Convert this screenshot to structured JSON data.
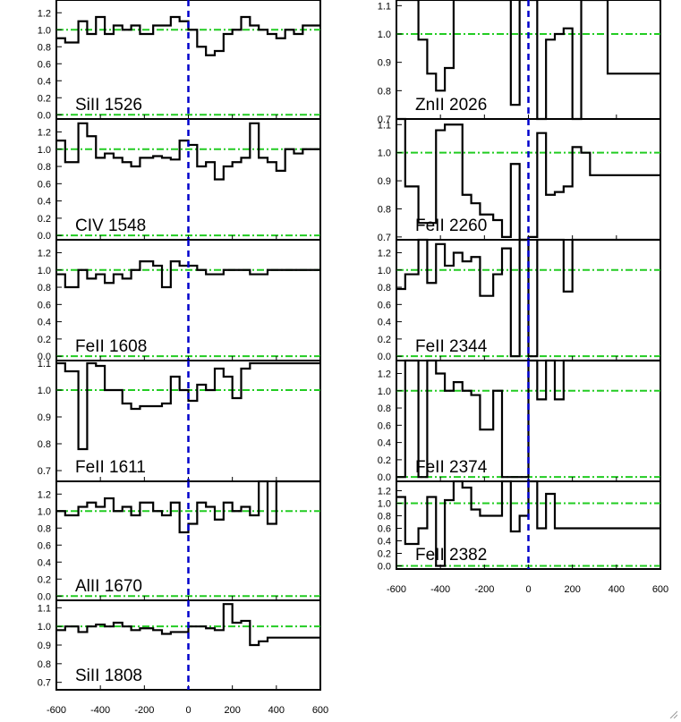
{
  "styles": {
    "axis_color": "#000000",
    "spectrum_color": "#000000",
    "continuum_color": "#22cc22",
    "zero_color": "#0000cc"
  },
  "chart_data": [
    {
      "type": "line",
      "label": "SiII 1526",
      "x": [
        -600,
        -560,
        -500,
        -460,
        -420,
        -380,
        -340,
        -300,
        -260,
        -220,
        -160,
        -120,
        -80,
        -40,
        0,
        40,
        80,
        120,
        160,
        200,
        240,
        280,
        320,
        360,
        400,
        440,
        480,
        520,
        560,
        600
      ],
      "y": [
        0.9,
        0.85,
        1.1,
        0.95,
        1.15,
        0.95,
        1.05,
        1.0,
        1.05,
        0.95,
        1.05,
        1.05,
        1.15,
        1.1,
        1.0,
        0.8,
        0.7,
        0.75,
        0.95,
        1.0,
        1.15,
        1.05,
        1.0,
        0.95,
        0.9,
        1.0,
        0.95,
        1.05,
        1.05,
        1.05
      ],
      "xlim": [
        -600,
        600
      ],
      "ylim": [
        -0.05,
        1.35
      ],
      "yticks": [
        "0.0",
        "0.2",
        "0.4",
        "0.6",
        "0.8",
        "1.0",
        "1.2"
      ],
      "ytick_values": [
        0.0,
        0.2,
        0.4,
        0.6,
        0.8,
        1.0,
        1.2
      ],
      "continuum": 1.0,
      "zero_line": 0.0
    },
    {
      "type": "line",
      "label": "CIV 1548",
      "x": [
        -600,
        -560,
        -500,
        -460,
        -420,
        -380,
        -340,
        -300,
        -260,
        -220,
        -160,
        -120,
        -80,
        -40,
        0,
        40,
        80,
        120,
        160,
        200,
        240,
        280,
        320,
        360,
        400,
        440,
        480,
        520,
        560,
        600
      ],
      "y": [
        1.1,
        0.85,
        1.3,
        1.15,
        0.9,
        0.95,
        0.9,
        0.85,
        0.8,
        0.9,
        0.92,
        0.9,
        0.88,
        1.1,
        1.05,
        0.8,
        0.85,
        0.65,
        0.8,
        0.85,
        0.9,
        1.3,
        0.9,
        0.85,
        0.75,
        1.0,
        0.95,
        1.0,
        1.0,
        1.0
      ],
      "xlim": [
        -600,
        600
      ],
      "ylim": [
        -0.05,
        1.35
      ],
      "yticks": [
        "0.0",
        "0.2",
        "0.4",
        "0.6",
        "0.8",
        "1.0",
        "1.2"
      ],
      "ytick_values": [
        0.0,
        0.2,
        0.4,
        0.6,
        0.8,
        1.0,
        1.2
      ],
      "continuum": 1.0,
      "zero_line": 0.0
    },
    {
      "type": "line",
      "label": "FeII 1608",
      "x": [
        -600,
        -560,
        -500,
        -460,
        -420,
        -380,
        -340,
        -300,
        -260,
        -220,
        -160,
        -120,
        -80,
        -40,
        0,
        40,
        80,
        120,
        160,
        200,
        240,
        280,
        320,
        360,
        400,
        440,
        480,
        520,
        560,
        600
      ],
      "y": [
        0.95,
        0.8,
        1.0,
        0.9,
        0.95,
        0.85,
        0.95,
        0.9,
        1.0,
        1.1,
        1.05,
        0.8,
        1.1,
        1.05,
        1.05,
        1.0,
        0.95,
        0.95,
        1.0,
        1.0,
        1.0,
        0.95,
        0.95,
        1.0,
        1.0,
        1.0,
        1.0,
        1.0,
        1.0,
        1.0
      ],
      "xlim": [
        -600,
        600
      ],
      "ylim": [
        -0.05,
        1.35
      ],
      "yticks": [
        "0.0",
        "0.2",
        "0.4",
        "0.6",
        "0.8",
        "1.0",
        "1.2"
      ],
      "ytick_values": [
        0.0,
        0.2,
        0.4,
        0.6,
        0.8,
        1.0,
        1.2
      ],
      "continuum": 1.0,
      "zero_line": 0.0
    },
    {
      "type": "line",
      "label": "FeII 1611",
      "x": [
        -600,
        -560,
        -500,
        -460,
        -420,
        -380,
        -340,
        -300,
        -260,
        -220,
        -160,
        -120,
        -80,
        -40,
        0,
        40,
        80,
        120,
        160,
        200,
        240,
        280,
        320,
        360,
        400,
        440,
        480,
        520,
        560,
        600
      ],
      "y": [
        1.1,
        1.07,
        0.78,
        1.1,
        1.09,
        1.0,
        1.0,
        0.95,
        0.93,
        0.94,
        0.94,
        0.95,
        1.05,
        1.0,
        0.96,
        1.02,
        1.0,
        1.08,
        1.05,
        0.97,
        1.08,
        1.1,
        1.1,
        1.1,
        1.1,
        1.1,
        1.1,
        1.1,
        1.1,
        1.1
      ],
      "xlim": [
        -600,
        600
      ],
      "ylim": [
        0.66,
        1.11
      ],
      "yticks": [
        "0.7",
        "0.8",
        "0.9",
        "1.0",
        "1.1"
      ],
      "ytick_values": [
        0.7,
        0.8,
        0.9,
        1.0,
        1.1
      ],
      "continuum": 1.0,
      "zero_line": null
    },
    {
      "type": "line",
      "label": "AlII 1670",
      "x": [
        -600,
        -560,
        -500,
        -460,
        -420,
        -380,
        -340,
        -300,
        -260,
        -220,
        -160,
        -120,
        -80,
        -40,
        0,
        40,
        80,
        120,
        160,
        200,
        240,
        280,
        320,
        360,
        400,
        440,
        480,
        520,
        560,
        600
      ],
      "y": [
        1.0,
        0.95,
        1.05,
        1.1,
        1.05,
        1.15,
        1.0,
        1.05,
        0.95,
        1.1,
        1.0,
        0.95,
        1.1,
        0.75,
        0.85,
        1.1,
        1.05,
        0.9,
        1.1,
        1.0,
        1.05,
        0.95,
        1.35,
        0.85,
        1.35,
        1.35,
        1.35,
        1.35,
        1.35,
        1.35
      ],
      "xlim": [
        -600,
        600
      ],
      "ylim": [
        -0.05,
        1.35
      ],
      "yticks": [
        "0.0",
        "0.2",
        "0.4",
        "0.6",
        "0.8",
        "1.0",
        "1.2"
      ],
      "ytick_values": [
        0.0,
        0.2,
        0.4,
        0.6,
        0.8,
        1.0,
        1.2
      ],
      "continuum": 1.0,
      "zero_line": 0.0
    },
    {
      "type": "line",
      "label": "SiII 1808",
      "x": [
        -600,
        -560,
        -500,
        -460,
        -420,
        -380,
        -340,
        -300,
        -260,
        -220,
        -160,
        -120,
        -80,
        -40,
        0,
        40,
        80,
        120,
        160,
        200,
        240,
        280,
        320,
        360,
        400,
        440,
        480,
        520,
        560,
        600
      ],
      "y": [
        0.98,
        1.0,
        0.97,
        1.0,
        1.01,
        1.0,
        1.02,
        1.0,
        0.98,
        0.99,
        0.98,
        0.96,
        0.97,
        0.97,
        1.0,
        1.0,
        0.99,
        0.98,
        1.12,
        1.02,
        1.03,
        0.9,
        0.92,
        0.94,
        0.94,
        0.94,
        0.94,
        0.94,
        0.94,
        0.94
      ],
      "xlim": [
        -600,
        600
      ],
      "ylim": [
        0.66,
        1.14
      ],
      "yticks": [
        "0.7",
        "0.8",
        "0.9",
        "1.0",
        "1.1"
      ],
      "ytick_values": [
        0.7,
        0.8,
        0.9,
        1.0,
        1.1
      ],
      "xticks": [
        "-600",
        "-400",
        "-200",
        "0",
        "200",
        "400",
        "600"
      ],
      "xtick_values": [
        -600,
        -400,
        -200,
        0,
        200,
        400,
        600
      ],
      "continuum": 1.0,
      "zero_line": null
    },
    {
      "type": "line",
      "label": "ZnII 2026",
      "x": [
        -600,
        -560,
        -500,
        -460,
        -420,
        -380,
        -340,
        -300,
        -260,
        -220,
        -160,
        -120,
        -80,
        -40,
        0,
        40,
        80,
        120,
        160,
        200,
        240,
        280,
        320,
        360,
        400,
        440,
        480,
        520,
        560,
        600
      ],
      "y": [
        1.12,
        1.12,
        0.98,
        0.86,
        0.8,
        0.88,
        1.12,
        1.12,
        1.12,
        1.12,
        1.12,
        1.12,
        0.75,
        1.12,
        1.12,
        0.7,
        0.98,
        1.0,
        1.02,
        0.7,
        1.12,
        1.12,
        1.12,
        0.86,
        0.86,
        0.86,
        0.86,
        0.86,
        0.86,
        0.86
      ],
      "xlim": [
        -600,
        600
      ],
      "ylim": [
        0.7,
        1.12
      ],
      "yticks": [
        "0.7",
        "0.8",
        "0.9",
        "1.0",
        "1.1"
      ],
      "ytick_values": [
        0.7,
        0.8,
        0.9,
        1.0,
        1.1
      ],
      "continuum": 1.0,
      "zero_line": null
    },
    {
      "type": "line",
      "label": "FeII 2260",
      "x": [
        -600,
        -560,
        -500,
        -460,
        -420,
        -380,
        -340,
        -300,
        -260,
        -220,
        -160,
        -120,
        -80,
        -40,
        0,
        40,
        80,
        120,
        160,
        200,
        240,
        280,
        320,
        360,
        400,
        440,
        480,
        520,
        560,
        600
      ],
      "y": [
        1.12,
        0.88,
        0.75,
        0.75,
        1.08,
        1.1,
        1.1,
        0.85,
        0.82,
        0.78,
        0.76,
        0.7,
        0.96,
        0.69,
        0.7,
        1.07,
        0.85,
        0.86,
        0.88,
        1.02,
        1.0,
        0.92,
        0.92,
        0.92,
        0.92,
        0.92,
        0.92,
        0.92,
        0.92,
        0.92
      ],
      "xlim": [
        -600,
        600
      ],
      "ylim": [
        0.69,
        1.12
      ],
      "yticks": [
        "0.7",
        "0.8",
        "0.9",
        "1.0",
        "1.1"
      ],
      "ytick_values": [
        0.7,
        0.8,
        0.9,
        1.0,
        1.1
      ],
      "continuum": 1.0,
      "zero_line": null
    },
    {
      "type": "line",
      "label": "FeII 2344",
      "x": [
        -600,
        -560,
        -500,
        -460,
        -420,
        -380,
        -340,
        -300,
        -260,
        -220,
        -160,
        -120,
        -80,
        -40,
        0,
        40,
        80,
        120,
        160,
        200,
        240,
        280,
        320,
        360,
        400,
        440,
        480,
        520,
        560,
        600
      ],
      "y": [
        0.78,
        0.95,
        1.35,
        0.85,
        1.3,
        1.05,
        1.2,
        1.1,
        1.15,
        0.7,
        0.95,
        1.25,
        0.0,
        1.35,
        0.0,
        1.35,
        1.35,
        1.35,
        0.75,
        1.35,
        1.35,
        1.35,
        1.35,
        1.35,
        1.35,
        1.35,
        1.35,
        1.35,
        1.35,
        1.35
      ],
      "xlim": [
        -600,
        600
      ],
      "ylim": [
        -0.05,
        1.35
      ],
      "yticks": [
        "0.0",
        "0.2",
        "0.4",
        "0.6",
        "0.8",
        "1.0",
        "1.2"
      ],
      "ytick_values": [
        0.0,
        0.2,
        0.4,
        0.6,
        0.8,
        1.0,
        1.2
      ],
      "continuum": 1.0,
      "zero_line": 0.0
    },
    {
      "type": "line",
      "label": "FeII 2374",
      "x": [
        -600,
        -560,
        -500,
        -460,
        -420,
        -380,
        -340,
        -300,
        -260,
        -220,
        -160,
        -120,
        -80,
        -40,
        0,
        40,
        80,
        120,
        160,
        200,
        240,
        280,
        320,
        360,
        400,
        440,
        480,
        520,
        560,
        600
      ],
      "y": [
        0.0,
        1.35,
        0.0,
        1.35,
        1.2,
        1.0,
        1.1,
        1.0,
        0.95,
        0.55,
        1.0,
        0.0,
        0.0,
        0.0,
        1.35,
        0.9,
        1.35,
        0.9,
        1.35,
        1.35,
        1.35,
        1.35,
        1.35,
        1.35,
        1.35,
        1.35,
        1.35,
        1.35,
        1.35,
        1.35
      ],
      "xlim": [
        -600,
        600
      ],
      "ylim": [
        -0.05,
        1.35
      ],
      "yticks": [
        "0.0",
        "0.2",
        "0.4",
        "0.6",
        "0.8",
        "1.0",
        "1.2"
      ],
      "ytick_values": [
        0.0,
        0.2,
        0.4,
        0.6,
        0.8,
        1.0,
        1.2
      ],
      "continuum": 1.0,
      "zero_line": 0.0
    },
    {
      "type": "line",
      "label": "FeII 2382",
      "x": [
        -600,
        -560,
        -500,
        -460,
        -420,
        -380,
        -340,
        -300,
        -260,
        -220,
        -160,
        -120,
        -80,
        -40,
        0,
        40,
        80,
        120,
        160,
        200,
        240,
        280,
        320,
        360,
        400,
        440,
        480,
        520,
        560,
        600
      ],
      "y": [
        1.1,
        0.35,
        0.6,
        1.1,
        0.0,
        1.05,
        1.35,
        1.25,
        0.9,
        0.8,
        0.8,
        1.35,
        0.55,
        0.8,
        1.35,
        0.6,
        1.15,
        0.6,
        0.6,
        0.6,
        0.6,
        0.6,
        0.6,
        0.6,
        0.6,
        0.6,
        0.6,
        0.6,
        0.6,
        0.6
      ],
      "xlim": [
        -600,
        600
      ],
      "ylim": [
        -0.05,
        1.35
      ],
      "yticks": [
        "0.0",
        "0.2",
        "0.4",
        "0.6",
        "0.8",
        "1.0",
        "1.2"
      ],
      "ytick_values": [
        0.0,
        0.2,
        0.4,
        0.6,
        0.8,
        1.0,
        1.2
      ],
      "xticks": [
        "-600",
        "-400",
        "-200",
        "0",
        "200",
        "400",
        "600"
      ],
      "xtick_values": [
        -600,
        -400,
        -200,
        0,
        200,
        400,
        600
      ],
      "continuum": 1.0,
      "zero_line": 0.0
    }
  ]
}
